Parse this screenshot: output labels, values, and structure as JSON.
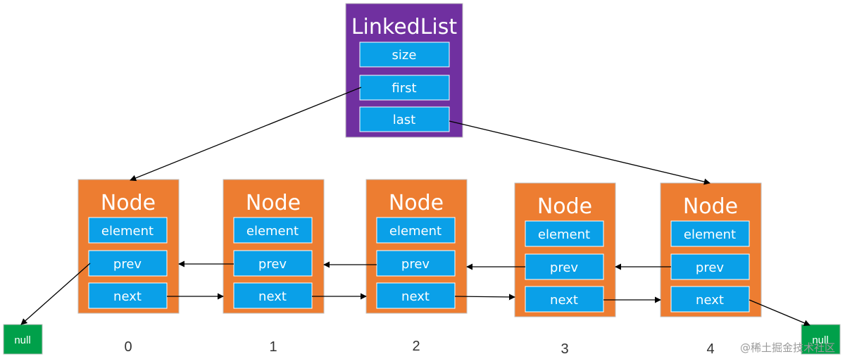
{
  "linkedlist": {
    "title": "LinkedList",
    "fields": [
      "size",
      "first",
      "last"
    ]
  },
  "nodes": [
    {
      "title": "Node",
      "fields": [
        "element",
        "prev",
        "next"
      ],
      "index": "0"
    },
    {
      "title": "Node",
      "fields": [
        "element",
        "prev",
        "next"
      ],
      "index": "1"
    },
    {
      "title": "Node",
      "fields": [
        "element",
        "prev",
        "next"
      ],
      "index": "2"
    },
    {
      "title": "Node",
      "fields": [
        "element",
        "prev",
        "next"
      ],
      "index": "3"
    },
    {
      "title": "Node",
      "fields": [
        "element",
        "prev",
        "next"
      ],
      "index": "4"
    }
  ],
  "null_left": "null",
  "null_right": "null",
  "watermark": "@稀土掘金技术社区",
  "colors": {
    "linkedlist_fill": "#7030a0",
    "node_fill": "#ed7d31",
    "field_fill": "#0aa0e8",
    "null_fill": "#00a04a",
    "arrow": "#000000"
  }
}
